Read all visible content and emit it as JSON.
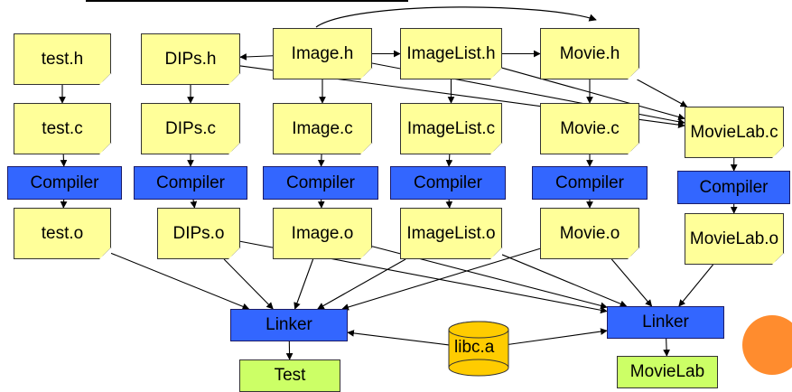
{
  "colors": {
    "file_fill": "#ffff99",
    "tool_fill": "#3366ff",
    "exe_fill": "#ccff66",
    "lib_fill": "#ffcc00",
    "accent_dot": "#ff8c2e"
  },
  "headers": [
    {
      "id": "test_h",
      "label": "test.h"
    },
    {
      "id": "dips_h",
      "label": "DIPs.h"
    },
    {
      "id": "image_h",
      "label": "Image.h"
    },
    {
      "id": "imagelist_h",
      "label": "ImageList.h"
    },
    {
      "id": "movie_h",
      "label": "Movie.h"
    }
  ],
  "sources": [
    {
      "id": "test_c",
      "label": "test.c"
    },
    {
      "id": "dips_c",
      "label": "DIPs.c"
    },
    {
      "id": "image_c",
      "label": "Image.c"
    },
    {
      "id": "imagelist_c",
      "label": "ImageList.c"
    },
    {
      "id": "movie_c",
      "label": "Movie.c"
    },
    {
      "id": "movielab_c",
      "label": "MovieLab.c"
    }
  ],
  "compilers": [
    {
      "id": "comp_test",
      "label": "Compiler"
    },
    {
      "id": "comp_dips",
      "label": "Compiler"
    },
    {
      "id": "comp_image",
      "label": "Compiler"
    },
    {
      "id": "comp_imagelist",
      "label": "Compiler"
    },
    {
      "id": "comp_movie",
      "label": "Compiler"
    },
    {
      "id": "comp_movielab",
      "label": "Compiler"
    }
  ],
  "objects": [
    {
      "id": "test_o",
      "label": "test.o"
    },
    {
      "id": "dips_o",
      "label": "DIPs.o"
    },
    {
      "id": "image_o",
      "label": "Image.o"
    },
    {
      "id": "imagelist_o",
      "label": "ImageList.o"
    },
    {
      "id": "movie_o",
      "label": "Movie.o"
    },
    {
      "id": "movielab_o",
      "label": "MovieLab.o"
    }
  ],
  "linkers": [
    {
      "id": "linker_test",
      "label": "Linker"
    },
    {
      "id": "linker_movielab",
      "label": "Linker"
    }
  ],
  "library": {
    "id": "libc",
    "label": "libc.a"
  },
  "executables": [
    {
      "id": "exe_test",
      "label": "Test"
    },
    {
      "id": "exe_movielab",
      "label": "MovieLab"
    }
  ],
  "edges": [
    [
      "test_h",
      "test_c"
    ],
    [
      "dips_h",
      "dips_c"
    ],
    [
      "image_h",
      "image_c"
    ],
    [
      "imagelist_h",
      "imagelist_c"
    ],
    [
      "movie_h",
      "movie_c"
    ],
    [
      "image_h",
      "dips_h"
    ],
    [
      "image_h",
      "imagelist_h"
    ],
    [
      "image_h",
      "movie_h"
    ],
    [
      "dips_h",
      "movielab_c"
    ],
    [
      "image_h",
      "movielab_c"
    ],
    [
      "imagelist_h",
      "movielab_c"
    ],
    [
      "movie_h",
      "movielab_c"
    ],
    [
      "test_c",
      "comp_test"
    ],
    [
      "dips_c",
      "comp_dips"
    ],
    [
      "image_c",
      "comp_image"
    ],
    [
      "imagelist_c",
      "comp_imagelist"
    ],
    [
      "movie_c",
      "comp_movie"
    ],
    [
      "movielab_c",
      "comp_movielab"
    ],
    [
      "comp_test",
      "test_o"
    ],
    [
      "comp_dips",
      "dips_o"
    ],
    [
      "comp_image",
      "image_o"
    ],
    [
      "comp_imagelist",
      "imagelist_o"
    ],
    [
      "comp_movie",
      "movie_o"
    ],
    [
      "comp_movielab",
      "movielab_o"
    ],
    [
      "test_o",
      "linker_test"
    ],
    [
      "dips_o",
      "linker_test"
    ],
    [
      "image_o",
      "linker_test"
    ],
    [
      "imagelist_o",
      "linker_test"
    ],
    [
      "movie_o",
      "linker_test"
    ],
    [
      "dips_o",
      "linker_movielab"
    ],
    [
      "image_o",
      "linker_movielab"
    ],
    [
      "imagelist_o",
      "linker_movielab"
    ],
    [
      "movie_o",
      "linker_movielab"
    ],
    [
      "movielab_o",
      "linker_movielab"
    ],
    [
      "libc",
      "linker_test"
    ],
    [
      "libc",
      "linker_movielab"
    ],
    [
      "linker_test",
      "exe_test"
    ],
    [
      "linker_movielab",
      "exe_movielab"
    ]
  ]
}
